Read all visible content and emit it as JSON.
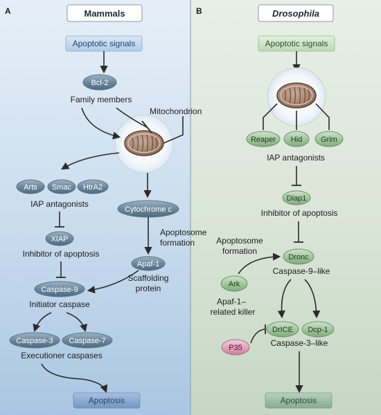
{
  "panels": {
    "a": {
      "letter": "A",
      "title": "Mammals",
      "signals": "Apoptotic signals",
      "bcl2": "Bcl-2",
      "bcl2_label": "Family members",
      "mito_label": "Mitochondrion",
      "arts": "Arts",
      "smac": "Smac",
      "htra2": "HtrA2",
      "iap_antagonists": "IAP antagonists",
      "cytochrome": "Cytochrome c",
      "apoptosome_line1": "Apoptosome",
      "apoptosome_line2": "formation",
      "xiap": "XIAP",
      "xiap_label": "Inhibitor of apoptosis",
      "apaf1": "Apaf-1",
      "scaffold_line1": "Scaffolding",
      "scaffold_line2": "protein",
      "caspase9": "Caspase-9",
      "initiator": "Initiator caspase",
      "caspase3": "Caspase-3",
      "caspase7": "Caspase-7",
      "executioner": "Executioner caspases",
      "apoptosis": "Apoptosis"
    },
    "b": {
      "letter": "B",
      "title": "Drosophila",
      "signals": "Apoptotic signals",
      "reaper": "Reaper",
      "hid": "Hid",
      "grim": "Grim",
      "iap_antagonists": "IAP antagonists",
      "diap1": "Diap1",
      "diap1_label": "Inhibitor of apoptosis",
      "apoptosome_line1": "Apoptosome",
      "apoptosome_line2": "formation",
      "dronc": "Dronc",
      "caspase9_like": "Caspase-9–like",
      "ark": "Ark",
      "ark_line1": "Apaf-1–",
      "ark_line2": "related killer",
      "drice": "DrICE",
      "dcp1": "Dcp-1",
      "p35": "P35",
      "caspase3_like": "Caspase-3–like",
      "apoptosis": "Apoptosis"
    }
  },
  "colors": {
    "panel_a_bg": "#cfe0ef",
    "panel_b_bg": "#d9e5d7",
    "mammal_node": "#5f7c93",
    "drosophila_node": "#94bb8f",
    "p35_node": "#e2a6bd",
    "apoptosis_box_a": "#7a9ec9",
    "apoptosis_box_b": "#8fb39a"
  }
}
